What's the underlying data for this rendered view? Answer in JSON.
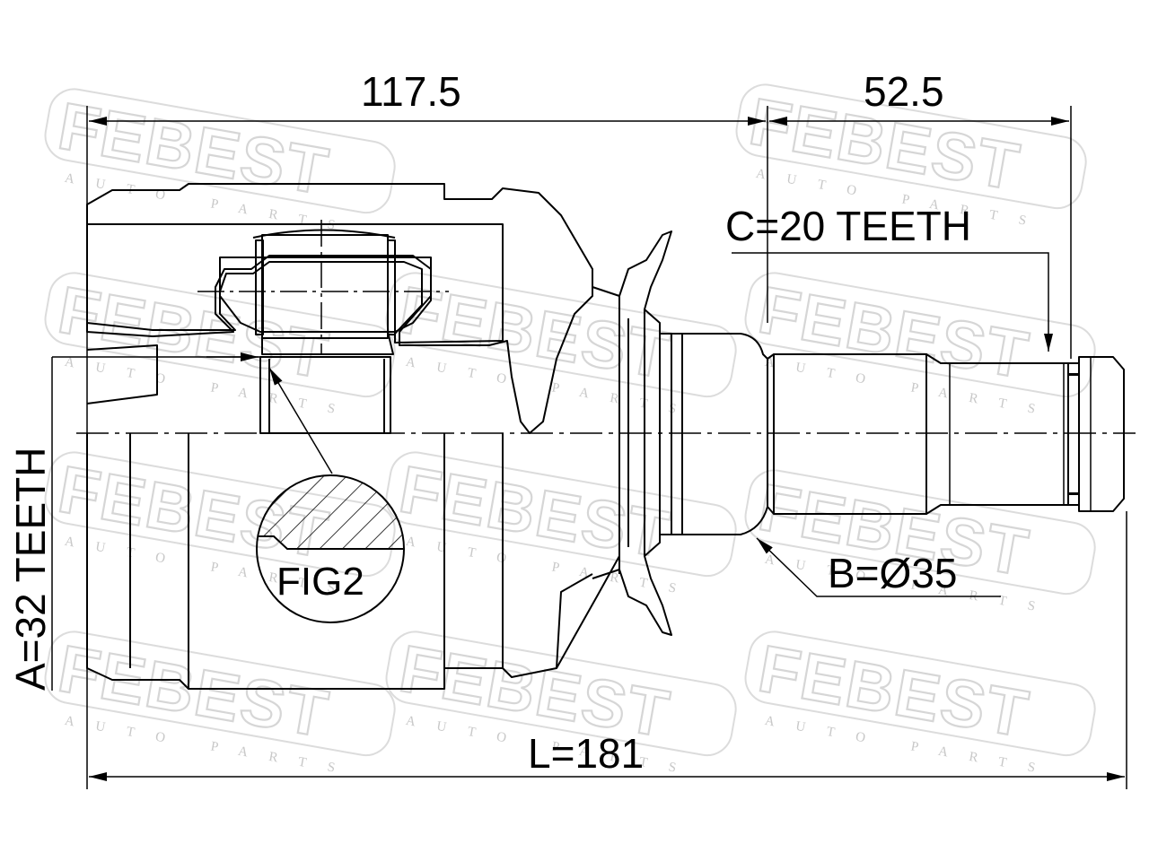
{
  "watermark": {
    "brand": "FEBEST",
    "sub": "AUTO PARTS"
  },
  "dimensions": {
    "housing_length": "117.5",
    "shaft_length": "52.5",
    "total_length": "L=181",
    "inner_spline": "A=32 TEETH",
    "outer_spline": "C=20 TEETH",
    "shaft_diameter": "B=Ø35"
  },
  "detail": {
    "label": "FIG2"
  }
}
